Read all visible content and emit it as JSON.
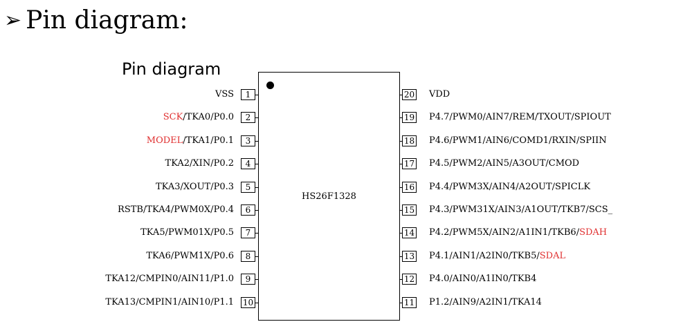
{
  "heading": {
    "arrow": "➢",
    "text": "Pin diagram:"
  },
  "subtitle": "Pin diagram",
  "chip": {
    "name": "HS26F1328"
  },
  "colors": {
    "highlight": "#e03030",
    "line": "#000000"
  },
  "pins_left": [
    {
      "num": "1",
      "parts": [
        {
          "text": "VSS"
        }
      ]
    },
    {
      "num": "2",
      "parts": [
        {
          "text": "SCK",
          "red": true
        },
        {
          "text": "/TKA0/P0.0"
        }
      ]
    },
    {
      "num": "3",
      "parts": [
        {
          "text": "MODEL",
          "red": true
        },
        {
          "text": "/TKA1/P0.1"
        }
      ]
    },
    {
      "num": "4",
      "parts": [
        {
          "text": "TKA2/XIN/P0.2"
        }
      ]
    },
    {
      "num": "5",
      "parts": [
        {
          "text": "TKA3/XOUT/P0.3"
        }
      ]
    },
    {
      "num": "6",
      "parts": [
        {
          "text": "RSTB/TKA4/PWM0X/P0.4"
        }
      ]
    },
    {
      "num": "7",
      "parts": [
        {
          "text": "TKA5/PWM01X/P0.5"
        }
      ]
    },
    {
      "num": "8",
      "parts": [
        {
          "text": "TKA6/PWM1X/P0.6"
        }
      ]
    },
    {
      "num": "9",
      "parts": [
        {
          "text": "TKA12/CMPIN0/AIN11/P1.0"
        }
      ]
    },
    {
      "num": "10",
      "parts": [
        {
          "text": "TKA13/CMPIN1/AIN10/P1.1"
        }
      ]
    }
  ],
  "pins_right": [
    {
      "num": "20",
      "parts": [
        {
          "text": "VDD"
        }
      ]
    },
    {
      "num": "19",
      "parts": [
        {
          "text": "P4.7/PWM0/AIN7/REM/TXOUT/SPIOUT"
        }
      ]
    },
    {
      "num": "18",
      "parts": [
        {
          "text": "P4.6/PWM1/AIN6/COMD1/RXIN/SPIIN"
        }
      ]
    },
    {
      "num": "17",
      "parts": [
        {
          "text": "P4.5/PWM2/AIN5/A3OUT/CMOD"
        }
      ]
    },
    {
      "num": "16",
      "parts": [
        {
          "text": "P4.4/PWM3X/AIN4/A2OUT/SPICLK"
        }
      ]
    },
    {
      "num": "15",
      "parts": [
        {
          "text": "P4.3/PWM31X/AIN3/A1OUT/TKB7/SCS_"
        }
      ]
    },
    {
      "num": "14",
      "parts": [
        {
          "text": "P4.2/PWM5X/AIN2/A1IN1/TKB6/"
        },
        {
          "text": "SDAH",
          "red": true
        }
      ]
    },
    {
      "num": "13",
      "parts": [
        {
          "text": "P4.1/AIN1/A2IN0/TKB5/"
        },
        {
          "text": "SDAL",
          "red": true
        }
      ]
    },
    {
      "num": "12",
      "parts": [
        {
          "text": "P4.0/AIN0/A1IN0/TKB4"
        }
      ]
    },
    {
      "num": "11",
      "parts": [
        {
          "text": "P1.2/AIN9/A2IN1/TKA14"
        }
      ]
    }
  ]
}
